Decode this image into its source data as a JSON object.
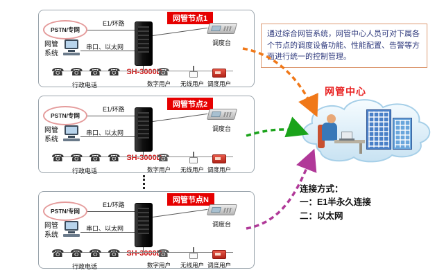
{
  "description": "通过综合网管系统，网管中心人员可对下属各个节点的调度设备功能、性能配置、告警等方面进行统一的控制管理。",
  "center": {
    "title": "网管中心"
  },
  "legend": {
    "title": "连接方式：",
    "items": [
      "一：E1半永久连接",
      "二：以太网"
    ]
  },
  "nodes": [
    {
      "title": "网管节点1",
      "pstn_label": "PSTN/专网",
      "nms_label": "网管系统",
      "e1_label": "E1/环路",
      "serial_label": "串口、以太网",
      "device_model": "SH-3000D",
      "console_label": "调度台",
      "phones_label": "行政电话",
      "user_labels": [
        "数字用户",
        "无线用户",
        "调度用户"
      ]
    },
    {
      "title": "网管节点2",
      "pstn_label": "PSTN/专网",
      "nms_label": "网管系统",
      "e1_label": "E1/环路",
      "serial_label": "串口、以太网",
      "device_model": "SH-3000D",
      "console_label": "调度台",
      "phones_label": "行政电话",
      "user_labels": [
        "数字用户",
        "无线用户",
        "调度用户"
      ]
    },
    {
      "title": "网管节点N",
      "pstn_label": "PSTN/专网",
      "nms_label": "网管系统",
      "e1_label": "E1/环路",
      "serial_label": "串口、以太网",
      "device_model": "SH-3000D",
      "console_label": "调度台",
      "phones_label": "行政电话",
      "user_labels": [
        "数字用户",
        "无线用户",
        "调度用户"
      ]
    }
  ],
  "colors": {
    "banner_red": "#e60000",
    "model_red": "#cc1111",
    "center_title_red": "#e82020",
    "node1_arrow": "#f07818",
    "node2_arrow": "#1aa31a",
    "nodeN_arrow": "#b03898"
  }
}
